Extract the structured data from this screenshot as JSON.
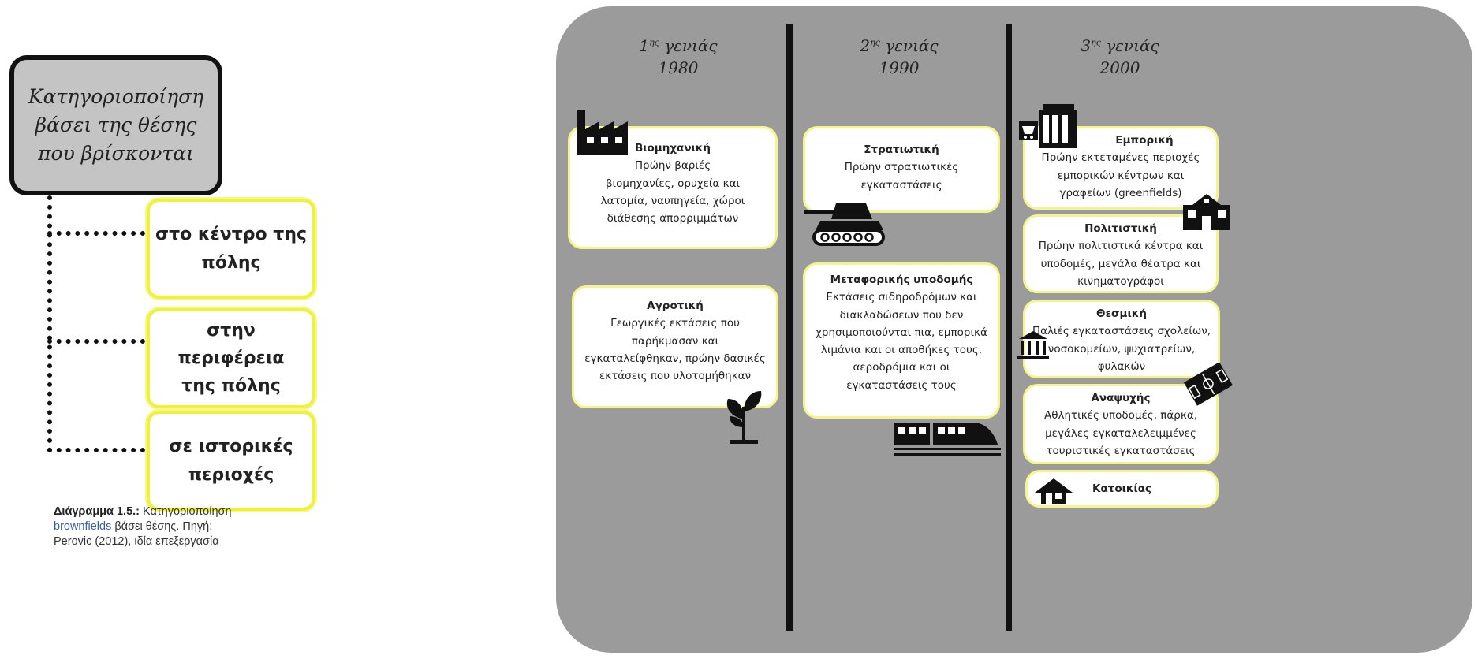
{
  "left_diagram": {
    "root": "Κατηγοριοποίηση\nβάσει της θέσης\nπου βρίσκονται",
    "categories": [
      "στο κέντρο της\nπόλης",
      "στην περιφέρεια\nτης πόλης",
      "σε ιστορικές\nπεριοχές"
    ]
  },
  "caption": {
    "label": "Διάγραμμα 1.5.:",
    "text_1": " Κατηγοριοποίηση",
    "text_blue": "brownfields",
    "text_2": " βάσει θέσης. Πηγή:",
    "text_3": "Perovic (2012), ιδία επεξεργασία"
  },
  "generations": [
    {
      "ord": "1",
      "suffix": "ης",
      "label": "γενιάς",
      "year": "1980"
    },
    {
      "ord": "2",
      "suffix": "ης",
      "label": "γενιάς",
      "year": "1990"
    },
    {
      "ord": "3",
      "suffix": "ης",
      "label": "γενιάς",
      "year": "2000"
    }
  ],
  "cards": {
    "industrial": {
      "title": "Βιομηχανική",
      "desc": "Πρώην βαριές\nβιομηχανίες, ορυχεία και\nλατομία, ναυπηγεία, χώροι\nδιάθεσης απορριμμάτων"
    },
    "agricultural": {
      "title": "Αγροτική",
      "desc": "Γεωργικές εκτάσεις που\nπαρήκμασαν και\nεγκαταλείφθηκαν, πρώην δασικές\nεκτάσεις που υλοτομήθηκαν"
    },
    "military": {
      "title": "Στρατιωτική",
      "desc": "Πρώην στρατιωτικές\nεγκαταστάσεις"
    },
    "transport": {
      "title": "Μεταφορικής υποδομής",
      "desc": "Εκτάσεις σιδηροδρόμων και\nδιακλαδώσεων που δεν\nχρησιμοποιούνται πια, εμπορικά\nλιμάνια και οι αποθήκες τους,\nαεροδρόμια και οι\nεγκαταστάσεις τους"
    },
    "commercial": {
      "title": "Εμπορική",
      "desc": "Πρώην εκτεταμένες περιοχές\nεμπορικών κέντρων και\nγραφείων (greenfields)"
    },
    "cultural": {
      "title": "Πολιτιστική",
      "desc": "Πρώην πολιτιστικά κέντρα και\nυποδομές, μεγάλα θέατρα και\nκινηματογράφοι"
    },
    "institutional": {
      "title": "Θεσμική",
      "desc": "Παλιές εγκαταστάσεις σχολείων,\nνοσοκομείων, ψυχιατρείων,\nφυλακών"
    },
    "recreation": {
      "title": "Αναψυχής",
      "desc": "Αθλητικές υποδομές, πάρκα,\nμεγάλες εγκαταλελειμμένες\nτουριστικές εγκαταστάσεις"
    },
    "residential": {
      "title": "Κατοικίας"
    }
  },
  "icons": [
    "factory-icon",
    "plant-icon",
    "tank-icon",
    "train-icon",
    "shop-icon",
    "school-icon",
    "courthouse-icon",
    "sports-field-icon",
    "house-icon"
  ]
}
